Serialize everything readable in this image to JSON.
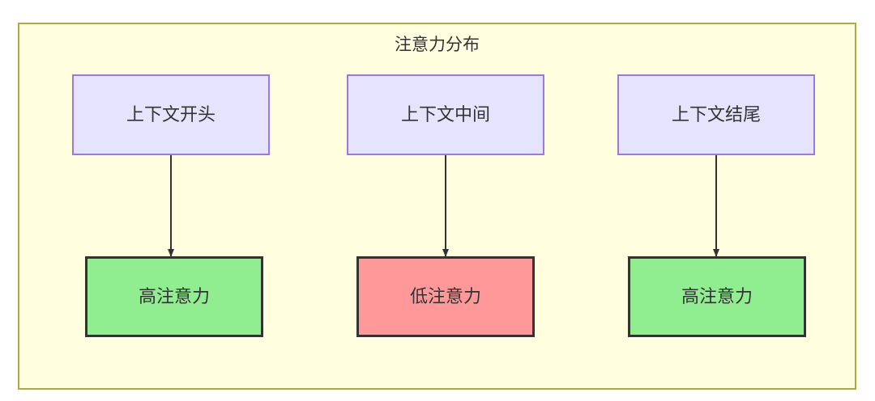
{
  "diagram": {
    "title": "注意力分布",
    "container": {
      "fill": "#ffffe0",
      "stroke": "#b5a642"
    },
    "top_nodes": [
      {
        "id": "context-start",
        "label": "上下文开头",
        "fill": "#e6e3fc",
        "stroke": "#9b79e0"
      },
      {
        "id": "context-middle",
        "label": "上下文中间",
        "fill": "#e6e3fc",
        "stroke": "#9b79e0"
      },
      {
        "id": "context-end",
        "label": "上下文结尾",
        "fill": "#e6e3fc",
        "stroke": "#9b79e0"
      }
    ],
    "bottom_nodes": [
      {
        "id": "high-attention-start",
        "label": "高注意力",
        "fill": "#90ee90",
        "stroke": "#333333"
      },
      {
        "id": "low-attention-middle",
        "label": "低注意力",
        "fill": "#ff9999",
        "stroke": "#333333"
      },
      {
        "id": "high-attention-end",
        "label": "高注意力",
        "fill": "#90ee90",
        "stroke": "#333333"
      }
    ],
    "edges": [
      {
        "from": "context-start",
        "to": "high-attention-start",
        "label": ""
      },
      {
        "from": "context-middle",
        "to": "low-attention-middle",
        "label": ""
      },
      {
        "from": "context-end",
        "to": "high-attention-end",
        "label": ""
      }
    ],
    "edge_color": "#333333"
  }
}
